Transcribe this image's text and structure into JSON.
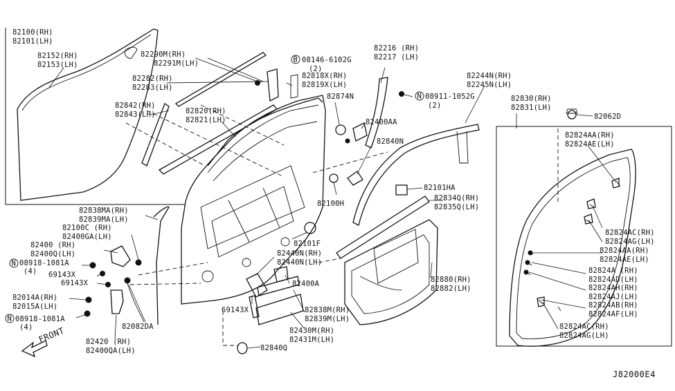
{
  "diagram_code": "J82000E4",
  "front_indicator": "FRONT",
  "labels": {
    "l82100": "82100(RH)",
    "l82101": "82101(LH)",
    "l82152": "82152(RH)",
    "l82153": "82153(LH)",
    "l82290m": "82290M(RH)",
    "l82291m": "82291M(LH)",
    "l08146": "08146-6102G",
    "l08146q": "(2)",
    "l82282": "82282(RH)",
    "l82283": "82283(LH)",
    "l82818x": "82818X(RH)",
    "l82819x": "82819X(LH)",
    "l82216": "82216 (RH)",
    "l82217": "82217 (LH)",
    "l82874n": "82874N",
    "l08911": "08911-1052G",
    "l08911q": "(2)",
    "l82842": "82842(RH)",
    "l82843": "82843(LH)",
    "l82820": "82820(RH)",
    "l82821": "82821(LH)",
    "l82400aa": "82400AA",
    "l82244n": "82244N(RH)",
    "l82245n": "82245N(LH)",
    "l82830": "82830(RH)",
    "l82831": "82831(LH)",
    "l82062d": "82062D",
    "l82840n": "82840N",
    "l82824aa_top": "82824AA(RH)",
    "l82824ae_top": "82824AE(LH)",
    "l82100h": "82100H",
    "l82101ha": "82101HA",
    "l82834q": "82834Q(RH)",
    "l82835q": "82835Q(LH)",
    "l82838ma": "82838MA(RH)",
    "l82839ma": "82839MA(LH)",
    "l82100c": "82100C (RH)",
    "l82400ga": "82400GA(LH)",
    "l82400": "82400 (RH)",
    "l82400q": "82400Q(LH)",
    "l08918a": "08918-1081A",
    "l08918aq": "(4)",
    "l69143x_a": "69143X",
    "l69143x_b": "69143X",
    "l82014a": "82014A(RH)",
    "l82015a": "82015A(LH)",
    "l08918b": "08918-1081A",
    "l08918bq": "(4)",
    "l82420": "82420 (RH)",
    "l82400qa": "82400QA(LH)",
    "l82082da": "82082DA",
    "l82101f": "82101F",
    "l82440n": "82440N(RH)",
    "l82440n_lh": "82440N(LH)",
    "l82400a": "82400A",
    "l69143x_c": "69143X",
    "l82838m": "82838M(RH)",
    "l82839m": "82839M(LH)",
    "l82430m": "82430M(RH)",
    "l82431m": "82431M(LH)",
    "l82840q": "82840Q",
    "l82880": "82880(RH)",
    "l82882": "82882(LH)",
    "l82824ac": "82824AC(RH)",
    "l82824ag": "82824AG(LH)",
    "l82824aa": "82824AA(RH)",
    "l82824ae": "82824AE(LH)",
    "l82824a": "82824A (RH)",
    "l82824ad": "82824AD(LH)",
    "l82824ah": "82824AH(RH)",
    "l82824aj": "82824AJ(LH)",
    "l82824ab": "82824AB(RH)",
    "l82824af": "82824AF(LH)",
    "l82824ac2": "82824AC(RH)",
    "l82824ag2": "82824AG(LH)"
  },
  "circle_markers": {
    "bolt_b": "B",
    "nut_n": "N"
  }
}
